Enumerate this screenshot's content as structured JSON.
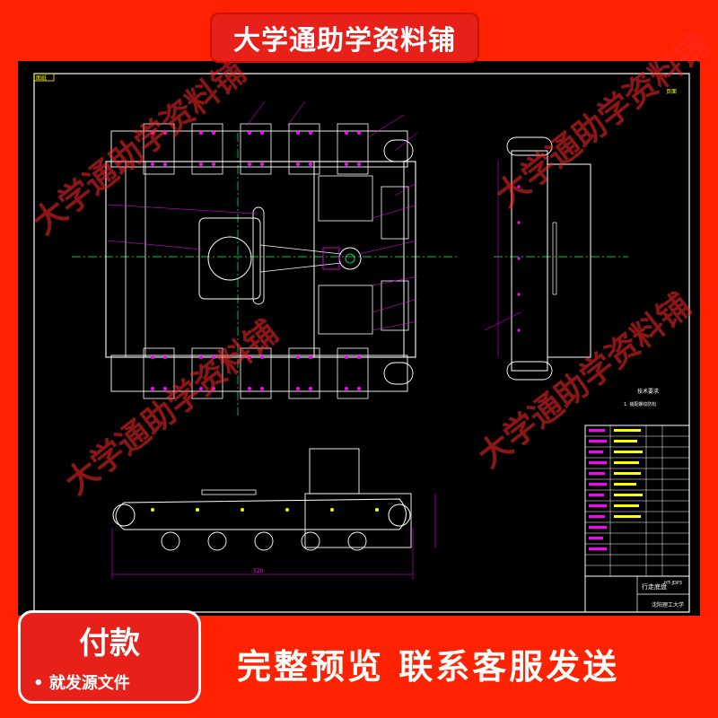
{
  "banner": {
    "text": "大学通助学资料铺"
  },
  "watermark": {
    "text": "大学通助学资料铺"
  },
  "drawing": {
    "top_left_tag": "图纸",
    "top_right_tag": "页面",
    "tech_req_title": "技术要求",
    "tech_req_item": "1. 装配螺纹防松",
    "dim_width": "520",
    "part_title": "行走底盘",
    "school": "沈阳理工大学",
    "drawing_no": "HT-JDP3"
  },
  "payment": {
    "title": "付款",
    "subtitle": "• 就发源文件"
  },
  "footer": {
    "slogan": "完整预览 联系客服发送"
  },
  "colors": {
    "accent": "#e8201a",
    "background": "#ff2200",
    "cad_bg": "#000000"
  }
}
